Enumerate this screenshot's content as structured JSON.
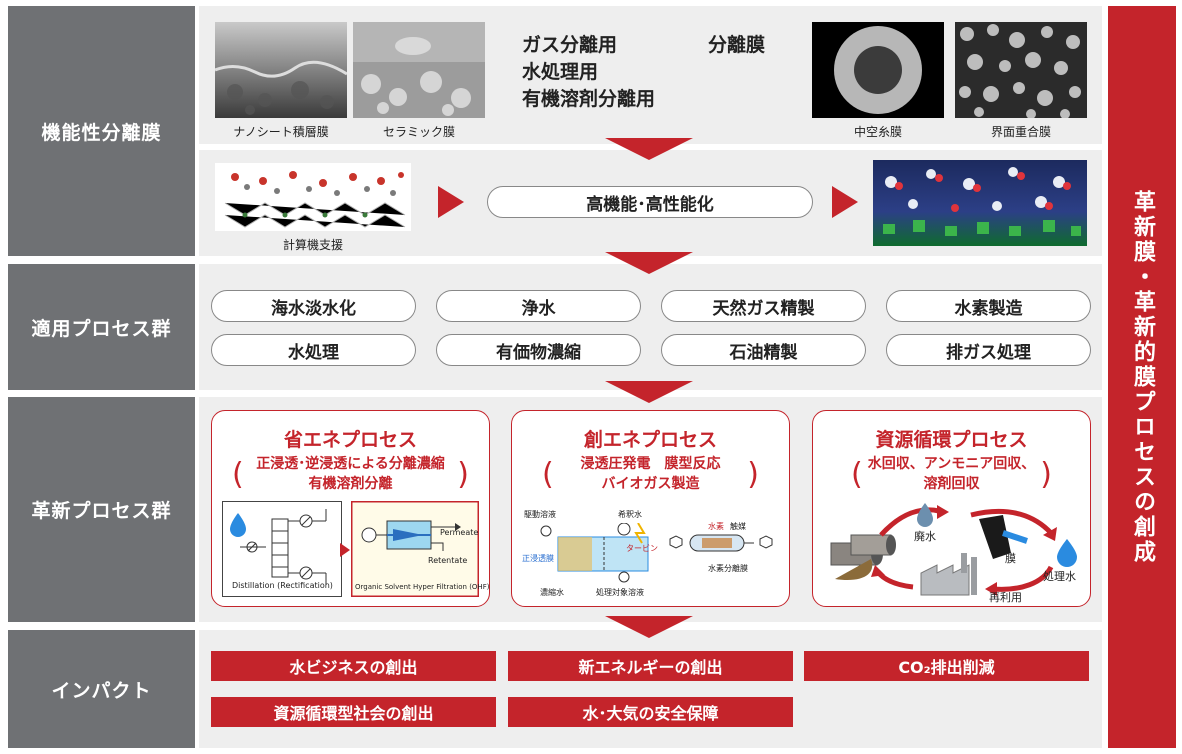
{
  "rows": {
    "functional_membrane": "機能性分離膜",
    "applied_processes": "適用プロセス群",
    "innovative_processes": "革新プロセス群",
    "impact": "インパクト"
  },
  "side_title": "革新膜・革新的膜プロセスの創成",
  "membranes": {
    "usage_lines": [
      "ガス分離用",
      "水処理用",
      "有機溶剤分離用"
    ],
    "separation_membrane": "分離膜",
    "photo_captions": [
      "ナノシート積層膜",
      "セラミック膜",
      "中空糸膜",
      "界面重合膜"
    ]
  },
  "computation": {
    "caption": "計算機支援",
    "goal": "高機能･高性能化"
  },
  "applied_processes": [
    "海水淡水化",
    "浄水",
    "天然ガス精製",
    "水素製造",
    "水処理",
    "有価物濃縮",
    "石油精製",
    "排ガス処理"
  ],
  "process_cards": [
    {
      "title": "省エネプロセス",
      "sub_lines": [
        "正浸透･逆浸透による分離濃縮",
        "有機溶剤分離"
      ],
      "diagram": {
        "left_caption": "Distillation (Rectification)",
        "right_caption": "Organic Solvent Hyper Filtration (OHF)",
        "permeate": "Permeate",
        "retentate": "Retentate"
      }
    },
    {
      "title": "創エネプロセス",
      "sub_lines": [
        "浸透圧発電　膜型反応",
        "バイオガス製造"
      ],
      "diagram": {
        "drive_solution": "駆動溶液",
        "dilute_water": "希釈水",
        "fo_membrane": "正浸透膜",
        "concentrated_water": "濃縮水",
        "feed_solution": "処理対象溶液",
        "turbine": "タービン",
        "hydrogen": "水素",
        "catalyst": "触媒",
        "hydrogen_membrane": "水素分離膜"
      }
    },
    {
      "title": "資源循環プロセス",
      "sub_lines": [
        "水回収、アンモニア回収、",
        "溶剤回収"
      ],
      "diagram": {
        "waste_water": "廃水",
        "membrane": "膜",
        "treated_water": "処理水",
        "reuse": "再利用"
      }
    }
  ],
  "impacts": [
    "水ビジネスの創出",
    "新エネルギーの創出",
    "CO₂排出削減",
    "資源循環型社会の創出",
    "水･大気の安全保障"
  ],
  "colors": {
    "accent": "#c4242b",
    "label_gray": "#6f7174",
    "panel_bg": "#eeeeee"
  }
}
